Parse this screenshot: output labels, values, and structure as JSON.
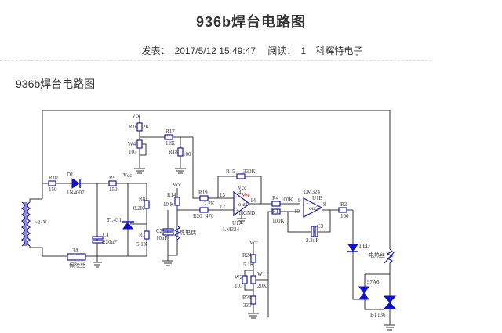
{
  "article": {
    "title": "936b焊台电路图",
    "meta": {
      "published_label": "发表：",
      "published_value": "2017/5/12 15:49:47",
      "reads_label": "阅读：",
      "reads_value": "1",
      "author": "科辉特电子"
    },
    "subheading": "936b焊台电路图"
  },
  "schematic": {
    "labels": {
      "vcc": "Vcc",
      "r16": "R16",
      "r16_val": "2K",
      "w4": "W4",
      "w4_val": "103",
      "r17": "R17",
      "r17_val": "12K",
      "r18": "R18",
      "r18_val": "100",
      "r10": "R10",
      "r10_val": "150",
      "d1": "D1",
      "d1_val": "1N4007",
      "r9": "R9",
      "r9_val": "150",
      "r8": "R8",
      "r8_val": "8.2K",
      "tl431": "TL431",
      "r7": "R7",
      "r7_val": "5.1K",
      "c1": "C1",
      "c1_val": "220uF",
      "fuse": "3A",
      "fuse_name": "保险丝",
      "ac": "~24V",
      "r14": "R14",
      "r14_val": "10 K",
      "c2": "C2",
      "c2_val": "10uF",
      "thermocouple": "热电偶",
      "r19": "R19",
      "r19_val": "2.2K",
      "r20": "R20",
      "r20_val": "470",
      "r15": "R15",
      "r15_val": "330K",
      "u1a": "U1A",
      "u1a_part": "LM324",
      "pin13": "13",
      "pin12": "12",
      "pin14": "14",
      "pin4": "4",
      "pin11": "11",
      "out1": "out1",
      "gnd": "GND",
      "vee": "Vee",
      "r4": "R4",
      "r4_val": "100K",
      "r1": "R1",
      "r1_val": "100K",
      "u1b_part": "LM324",
      "u1b": "U1B",
      "pin9": "9",
      "pin10": "10",
      "pin8": "8",
      "out2": "out2",
      "c3": "C3",
      "c3_val": "2.2uF",
      "r2": "R2",
      "r2_val": "100",
      "led": "LED",
      "heater": "电热丝",
      "q1": "97A6",
      "q2": "BT136",
      "r24": "R24",
      "r24_val": "5.1K",
      "w2": "W2",
      "w2_val": "103",
      "w1": "W1",
      "w1_val": "20K",
      "r21": "R21",
      "r21_val": "330"
    }
  }
}
